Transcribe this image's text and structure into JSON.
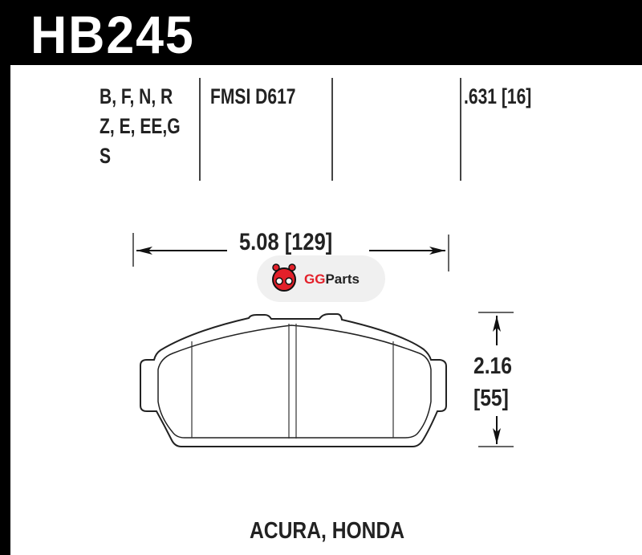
{
  "part_number": "HB245",
  "compounds": [
    "B, F, N, R",
    "Z, E, EE,G",
    "S"
  ],
  "fmsi": "FMSI D617",
  "thickness": ".631 [16]",
  "width_dim": "5.08 [129]",
  "height_dim": [
    "2.16",
    "[55]"
  ],
  "application": "ACURA, HONDA",
  "watermark": {
    "brand": "GGParts",
    "color": "#e3202a"
  }
}
